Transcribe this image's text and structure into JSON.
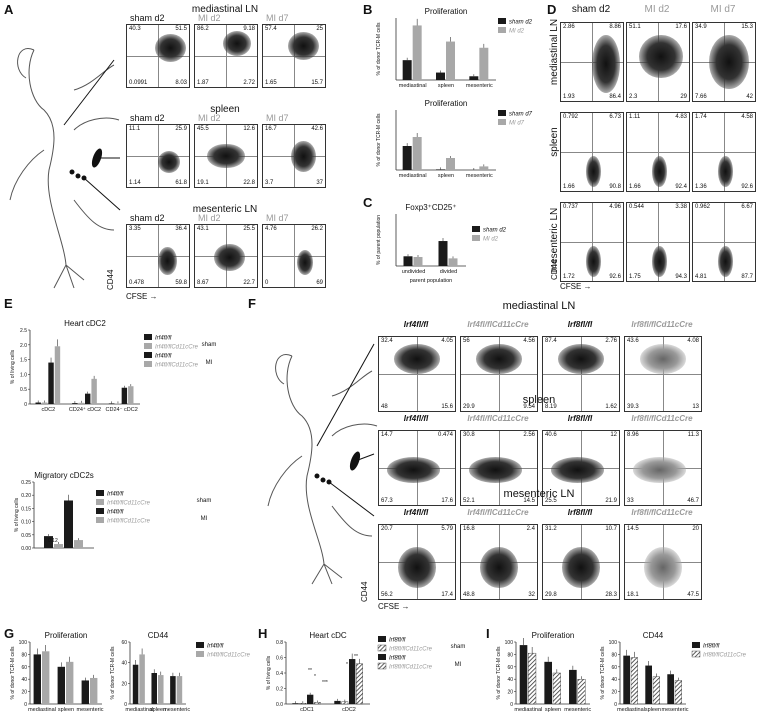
{
  "panels": {
    "A": {
      "letter": "A",
      "rows": [
        {
          "label": "mediastinal LN",
          "plots": [
            {
              "title": "sham d2",
              "q": [
                "40.3",
                "51.5",
                "0.0991",
                "8.03"
              ]
            },
            {
              "title": "MI d2",
              "q": [
                "86.2",
                "9.18",
                "1.87",
                "2.72"
              ]
            },
            {
              "title": "MI d7",
              "q": [
                "57.4",
                "25",
                "1.65",
                "15.7"
              ]
            }
          ]
        },
        {
          "label": "spleen",
          "plots": [
            {
              "title": "sham d2",
              "q": [
                "11.1",
                "25.9",
                "1.14",
                "61.8"
              ]
            },
            {
              "title": "MI d2",
              "q": [
                "45.5",
                "12.6",
                "19.1",
                "22.8"
              ]
            },
            {
              "title": "MI d7",
              "q": [
                "16.7",
                "42.6",
                "3.7",
                "37"
              ]
            }
          ]
        },
        {
          "label": "mesenteric LN",
          "plots": [
            {
              "title": "sham d2",
              "q": [
                "3.35",
                "36.4",
                "0.478",
                "59.8"
              ]
            },
            {
              "title": "MI d2",
              "q": [
                "43.1",
                "25.5",
                "8.67",
                "22.7"
              ]
            },
            {
              "title": "MI d7",
              "q": [
                "4.76",
                "26.2",
                "0",
                "69"
              ]
            }
          ]
        }
      ],
      "y_axis": "CD44",
      "x_axis": "CFSE"
    },
    "B": {
      "letter": "B",
      "charts": [
        {
          "title": "Proliferation",
          "ylabel": "% of donor TCR-M cells",
          "categories": [
            "mediastinal",
            "spleen",
            "mesenteric"
          ],
          "series": [
            {
              "name": "sham d2",
              "values": [
                32,
                12,
                6
              ]
            },
            {
              "name": "MI d2",
              "values": [
                88,
                62,
                52
              ]
            }
          ],
          "ylim": [
            0,
            100
          ]
        },
        {
          "title": "Proliferation",
          "ylabel": "% of donor TCR-M cells",
          "categories": [
            "mediastinal",
            "spleen",
            "mesenteric"
          ],
          "series": [
            {
              "name": "sham d7",
              "values": [
                40,
                1,
                0
              ]
            },
            {
              "name": "MI d7",
              "values": [
                55,
                20,
                6
              ]
            }
          ],
          "ylim": [
            0,
            100
          ]
        }
      ]
    },
    "C": {
      "letter": "C",
      "title": "Foxp3⁺CD25⁺",
      "ylabel": "% of parent population",
      "xlabel": "parent population",
      "categories": [
        "undivided",
        "divided"
      ],
      "series": [
        {
          "name": "sham d2",
          "values": [
            2.8,
            7.2
          ]
        },
        {
          "name": "MI d2",
          "values": [
            2.6,
            2.2
          ]
        }
      ],
      "ylim": [
        0,
        15
      ]
    },
    "D": {
      "letter": "D",
      "titles": [
        "sham d2",
        "MI d2",
        "MI d7"
      ],
      "rows": [
        {
          "label": "mediastinal LN",
          "plots": [
            {
              "q": [
                "2.86",
                "8.86",
                "1.93",
                "86.4"
              ]
            },
            {
              "q": [
                "51.1",
                "17.6",
                "2.3",
                "29"
              ]
            },
            {
              "q": [
                "34.9",
                "15.3",
                "7.66",
                "42"
              ]
            }
          ]
        },
        {
          "label": "spleen",
          "plots": [
            {
              "q": [
                "0.792",
                "6.73",
                "1.66",
                "90.8"
              ]
            },
            {
              "q": [
                "1.11",
                "4.83",
                "1.66",
                "92.4"
              ]
            },
            {
              "q": [
                "1.74",
                "4.58",
                "1.36",
                "92.6"
              ]
            }
          ]
        },
        {
          "label": "mesenteric LN",
          "plots": [
            {
              "q": [
                "0.737",
                "4.96",
                "1.72",
                "92.6"
              ]
            },
            {
              "q": [
                "0.544",
                "3.38",
                "1.75",
                "94.3"
              ]
            },
            {
              "q": [
                "0.962",
                "6.67",
                "4.81",
                "87.7"
              ]
            }
          ]
        }
      ],
      "y_axis": "CD44",
      "x_axis": "CFSE"
    },
    "E": {
      "letter": "E",
      "top": {
        "title": "Heart cDC2",
        "ylabel": "% of living cells",
        "categories": [
          "cDC2",
          "CD24⁺ cDC2",
          "CD24⁻ cDC2"
        ],
        "series": [
          {
            "name": "Irf4 fl/fl sham",
            "values": [
              0.05,
              0.03,
              0.02
            ]
          },
          {
            "name": "Irf4 fl/fl Cd11cCre sham",
            "values": [
              0.05,
              0.04,
              0.02
            ]
          },
          {
            "name": "Irf4 fl/fl MI",
            "values": [
              1.4,
              0.35,
              0.55
            ]
          },
          {
            "name": "Irf4 fl/fl Cd11cCre MI",
            "values": [
              1.95,
              0.85,
              0.6
            ]
          }
        ],
        "ylim": [
          0,
          2.5
        ],
        "yticks": [
          "0",
          "0.5",
          "1.0",
          "1.5",
          "2.0",
          "2.5"
        ],
        "legend": [
          "Irf4fl/fl",
          "Irf4fl/flCd11cCre",
          "Irf4fl/fl",
          "Irf4fl/flCd11cCre"
        ],
        "groups": [
          "sham",
          "MI"
        ]
      },
      "bottom": {
        "title": "Migratory cDC2s",
        "ylabel": "% of living cells",
        "annotation": "0.12",
        "series": [
          {
            "name": "Irf4 fl/fl sham",
            "values": [
              0.045
            ]
          },
          {
            "name": "Irf4 fl/fl Cd11cCre sham",
            "values": [
              0.015
            ]
          },
          {
            "name": "Irf4 fl/fl MI",
            "values": [
              0.18
            ]
          },
          {
            "name": "Irf4 fl/fl Cd11cCre MI",
            "values": [
              0.03
            ]
          }
        ],
        "ylim": [
          0,
          0.25
        ],
        "yticks": [
          "0.00",
          "0.05",
          "0.10",
          "0.15",
          "0.20",
          "0.25"
        ],
        "legend": [
          "Irf4fl/fl",
          "Irf4fl/flCd11cCre",
          "Irf4fl/fl",
          "Irf4fl/flCd11cCre"
        ],
        "groups": [
          "sham",
          "MI"
        ]
      }
    },
    "F": {
      "letter": "F",
      "titles": [
        "Irf4fl/fl",
        "Irf4fl/flCd11cCre",
        "Irf8fl/fl",
        "Irf8fl/flCd11cCre"
      ],
      "rows": [
        {
          "label": "mediastinal LN",
          "plots": [
            {
              "q": [
                "32.4",
                "4.05",
                "48",
                "15.6"
              ]
            },
            {
              "q": [
                "56",
                "4.56",
                "29.9",
                "9.54"
              ]
            },
            {
              "q": [
                "87.4",
                "2.76",
                "8.19",
                "1.62"
              ]
            },
            {
              "q": [
                "43.6",
                "4.08",
                "39.3",
                "13"
              ]
            }
          ]
        },
        {
          "label": "spleen",
          "plots": [
            {
              "q": [
                "14.7",
                "0.474",
                "67.3",
                "17.6"
              ]
            },
            {
              "q": [
                "30.8",
                "2.56",
                "52.1",
                "14.5"
              ]
            },
            {
              "q": [
                "40.6",
                "12",
                "25.5",
                "21.9"
              ]
            },
            {
              "q": [
                "8.96",
                "11.3",
                "33",
                "46.7"
              ]
            }
          ]
        },
        {
          "label": "mesenteric LN",
          "plots": [
            {
              "q": [
                "20.7",
                "5.79",
                "56.2",
                "17.4"
              ]
            },
            {
              "q": [
                "16.8",
                "2.4",
                "48.8",
                "32"
              ]
            },
            {
              "q": [
                "31.2",
                "10.7",
                "29.8",
                "28.3"
              ]
            },
            {
              "q": [
                "14.5",
                "20",
                "18.1",
                "47.5"
              ]
            }
          ]
        }
      ],
      "y_axis": "CD44",
      "x_axis": "CFSE"
    },
    "G": {
      "letter": "G",
      "charts": [
        {
          "title": "Proliferation",
          "ylabel": "% of donor TCR-M cells",
          "categories": [
            "mediastinal",
            "spleen",
            "mesenteric"
          ],
          "series": [
            {
              "name": "Irf4fl/fl",
              "values": [
                80,
                60,
                38
              ]
            },
            {
              "name": "Irf4fl/flCd11cCre",
              "values": [
                85,
                68,
                42
              ]
            }
          ],
          "ylim": [
            0,
            100
          ],
          "yticks": [
            "0",
            "20",
            "40",
            "60",
            "80",
            "100"
          ]
        },
        {
          "title": "CD44",
          "ylabel": "% of donor TCR-M cells",
          "categories": [
            "mediastinal",
            "spleen",
            "mesenteric"
          ],
          "series": [
            {
              "name": "Irf4fl/fl",
              "values": [
                38,
                30,
                27
              ]
            },
            {
              "name": "Irf4fl/flCd11cCre",
              "values": [
                48,
                28,
                27
              ]
            }
          ],
          "ylim": [
            0,
            60
          ],
          "yticks": [
            "0",
            "20",
            "40",
            "60"
          ]
        }
      ],
      "legend": [
        "Irf4fl/fl",
        "Irf4fl/flCd11cCre"
      ]
    },
    "H": {
      "letter": "H",
      "title": "Heart cDC",
      "ylabel": "% of living cells",
      "categories": [
        "cDC1",
        "cDC2"
      ],
      "series": [
        {
          "name": "Irf8fl/fl sham",
          "values": [
            0.01,
            0.04
          ]
        },
        {
          "name": "Irf8fl/flCd11cCre sham",
          "values": [
            0.01,
            0.03
          ]
        },
        {
          "name": "Irf8fl/fl MI",
          "values": [
            0.12,
            0.58
          ]
        },
        {
          "name": "Irf8fl/flCd11cCre MI",
          "values": [
            0.02,
            0.52
          ]
        }
      ],
      "ylim": [
        0,
        0.8
      ],
      "yticks": [
        "0.0",
        "0.2",
        "0.4",
        "0.6",
        "0.8"
      ],
      "legend": [
        "Irf8fl/fl",
        "Irf8fl/flCd11cCre",
        "Irf8fl/fl",
        "Irf8fl/flCd11cCre"
      ],
      "groups": [
        "sham",
        "MI"
      ],
      "stars": [
        "**",
        "*",
        "***",
        "*",
        "**"
      ]
    },
    "I": {
      "letter": "I",
      "charts": [
        {
          "title": "Proliferation",
          "ylabel": "% of donor TCR-M cells",
          "categories": [
            "mediastinal",
            "spleen",
            "mesenteric"
          ],
          "series": [
            {
              "name": "Irf8fl/fl",
              "values": [
                95,
                68,
                55
              ]
            },
            {
              "name": "Irf8fl/flCd11cCre",
              "values": [
                82,
                50,
                40
              ]
            }
          ],
          "ylim": [
            0,
            100
          ],
          "yticks": [
            "0",
            "20",
            "40",
            "60",
            "80",
            "100"
          ]
        },
        {
          "title": "CD44",
          "ylabel": "% of donor TCR-M cells",
          "categories": [
            "mediastinal",
            "spleen",
            "mesenteric"
          ],
          "series": [
            {
              "name": "Irf8fl/fl",
              "values": [
                78,
                62,
                48
              ]
            },
            {
              "name": "Irf8fl/flCd11cCre",
              "values": [
                75,
                44,
                38
              ]
            }
          ],
          "ylim": [
            0,
            100
          ],
          "yticks": [
            "0",
            "20",
            "40",
            "60",
            "80",
            "100"
          ]
        }
      ],
      "legend": [
        "Irf8fl/fl",
        "Irf8fl/flCd11cCre"
      ]
    }
  },
  "colors": {
    "black": "#1a1a1a",
    "gray": "#a8a8a8",
    "hatch": "#555555"
  }
}
